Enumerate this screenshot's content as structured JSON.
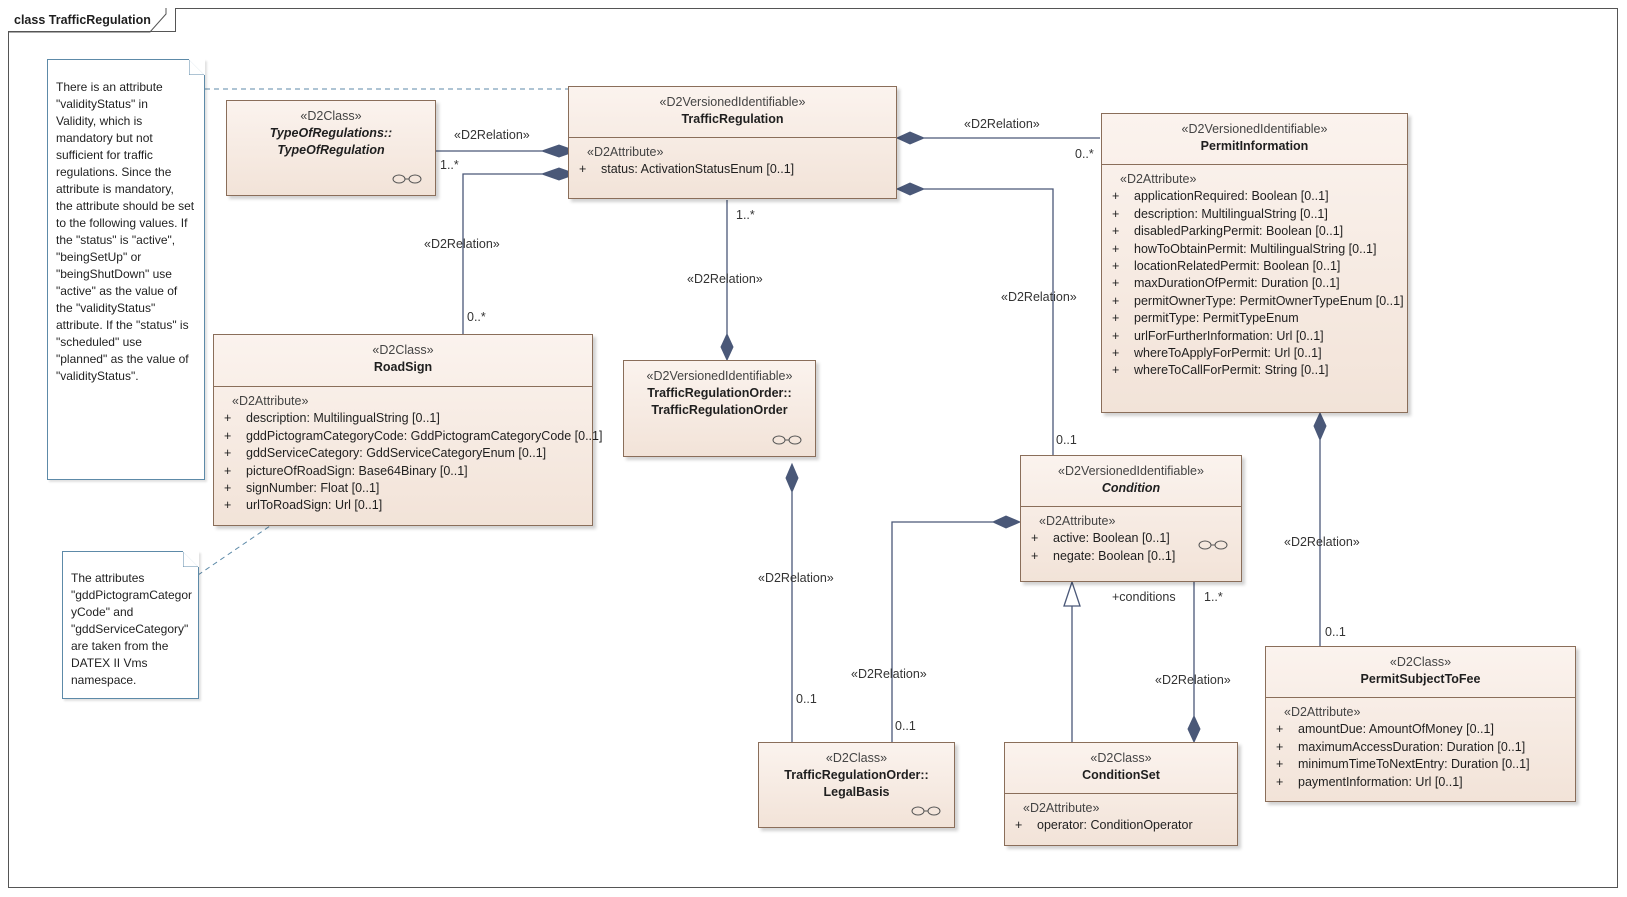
{
  "frame_title": "class TrafficRegulation",
  "notes": [
    {
      "text": "There is an attribute\n\"validityStatus\" in\nValidity, which is\nmandatory but not\nsufficient for traffic\nregulations. Since the\nattribute is mandatory,\nthe attribute should be set\nto the following values. If\nthe \"status\" is \"active\",\n\"beingSetUp\" or\n\"beingShutDown\" use\n\"active\" as the value of\nthe \"validityStatus\"\nattribute. If the \"status\" is\n\"scheduled\" use\n\"planned\" as the value of\n\"validityStatus\"."
    },
    {
      "text": "The attributes\n\"gddPictogramCategor\nyCode\" and\n\"gddServiceCategory\"\nare taken from the\nDATEX II Vms\nnamespace."
    }
  ],
  "classes": {
    "traffic_regulation": {
      "stereotype": "«D2VersionedIdentifiable»",
      "name": "TrafficRegulation",
      "attr_stereotype": "«D2Attribute»",
      "attributes": [
        {
          "vis": "+",
          "text": "status: ActivationStatusEnum [0..1]"
        }
      ]
    },
    "type_of_regulation": {
      "stereotype": "«D2Class»",
      "name_line1": "TypeOfRegulations::",
      "name_line2": "TypeOfRegulation"
    },
    "permit_information": {
      "stereotype": "«D2VersionedIdentifiable»",
      "name": "PermitInformation",
      "attr_stereotype": "«D2Attribute»",
      "attributes": [
        {
          "vis": "+",
          "text": "applicationRequired: Boolean [0..1]"
        },
        {
          "vis": "+",
          "text": "description: MultilingualString [0..1]"
        },
        {
          "vis": "+",
          "text": "disabledParkingPermit: Boolean [0..1]"
        },
        {
          "vis": "+",
          "text": "howToObtainPermit: MultilingualString [0..1]"
        },
        {
          "vis": "+",
          "text": "locationRelatedPermit: Boolean [0..1]"
        },
        {
          "vis": "+",
          "text": "maxDurationOfPermit: Duration [0..1]"
        },
        {
          "vis": "+",
          "text": "permitOwnerType: PermitOwnerTypeEnum [0..1]"
        },
        {
          "vis": "+",
          "text": "permitType: PermitTypeEnum"
        },
        {
          "vis": "+",
          "text": "urlForFurtherInformation: Url [0..1]"
        },
        {
          "vis": "+",
          "text": "whereToApplyForPermit: Url [0..1]"
        },
        {
          "vis": "+",
          "text": "whereToCallForPermit: String [0..1]"
        }
      ]
    },
    "road_sign": {
      "stereotype": "«D2Class»",
      "name": "RoadSign",
      "attr_stereotype": "«D2Attribute»",
      "attributes": [
        {
          "vis": "+",
          "text": "description: MultilingualString [0..1]"
        },
        {
          "vis": "+",
          "text": "gddPictogramCategoryCode: GddPictogramCategoryCode [0..1]"
        },
        {
          "vis": "+",
          "text": "gddServiceCategory: GddServiceCategoryEnum [0..1]"
        },
        {
          "vis": "+",
          "text": "pictureOfRoadSign: Base64Binary [0..1]"
        },
        {
          "vis": "+",
          "text": "signNumber: Float [0..1]"
        },
        {
          "vis": "+",
          "text": "urlToRoadSign: Url [0..1]"
        }
      ]
    },
    "traffic_regulation_order": {
      "stereotype": "«D2VersionedIdentifiable»",
      "name_line1": "TrafficRegulationOrder::",
      "name_line2": "TrafficRegulationOrder"
    },
    "condition": {
      "stereotype": "«D2VersionedIdentifiable»",
      "name": "Condition",
      "attr_stereotype": "«D2Attribute»",
      "attributes": [
        {
          "vis": "+",
          "text": "active: Boolean [0..1]"
        },
        {
          "vis": "+",
          "text": "negate: Boolean [0..1]"
        }
      ]
    },
    "legal_basis": {
      "stereotype": "«D2Class»",
      "name_line1": "TrafficRegulationOrder::",
      "name_line2": "LegalBasis"
    },
    "condition_set": {
      "stereotype": "«D2Class»",
      "name": "ConditionSet",
      "attr_stereotype": "«D2Attribute»",
      "attributes": [
        {
          "vis": "+",
          "text": "operator: ConditionOperator"
        }
      ]
    },
    "permit_subject_to_fee": {
      "stereotype": "«D2Class»",
      "name": "PermitSubjectToFee",
      "attr_stereotype": "«D2Attribute»",
      "attributes": [
        {
          "vis": "+",
          "text": "amountDue: AmountOfMoney [0..1]"
        },
        {
          "vis": "+",
          "text": "maximumAccessDuration: Duration [0..1]"
        },
        {
          "vis": "+",
          "text": "minimumTimeToNextEntry: Duration [0..1]"
        },
        {
          "vis": "+",
          "text": "paymentInformation: Url [0..1]"
        }
      ]
    }
  },
  "relations": {
    "type_of_regulation": {
      "label": "«D2Relation»",
      "mult": "1..*"
    },
    "permit_information": {
      "label": "«D2Relation»",
      "mult": "0..*"
    },
    "road_sign": {
      "label": "«D2Relation»",
      "mult": "0..*"
    },
    "traffic_regulation_order": {
      "label": "«D2Relation»",
      "mult": "1..*"
    },
    "condition": {
      "label": "«D2Relation»",
      "mult": "0..1"
    },
    "legal_basis": {
      "label": "«D2Relation»",
      "mult": "0..1"
    },
    "condition_legal_basis": {
      "label": "«D2Relation»",
      "mult": "0..1"
    },
    "condition_set": {
      "label": "«D2Relation»",
      "role": "+conditions",
      "mult": "1..*"
    },
    "permit_subject_to_fee": {
      "label": "«D2Relation»",
      "mult": "0..1"
    }
  }
}
